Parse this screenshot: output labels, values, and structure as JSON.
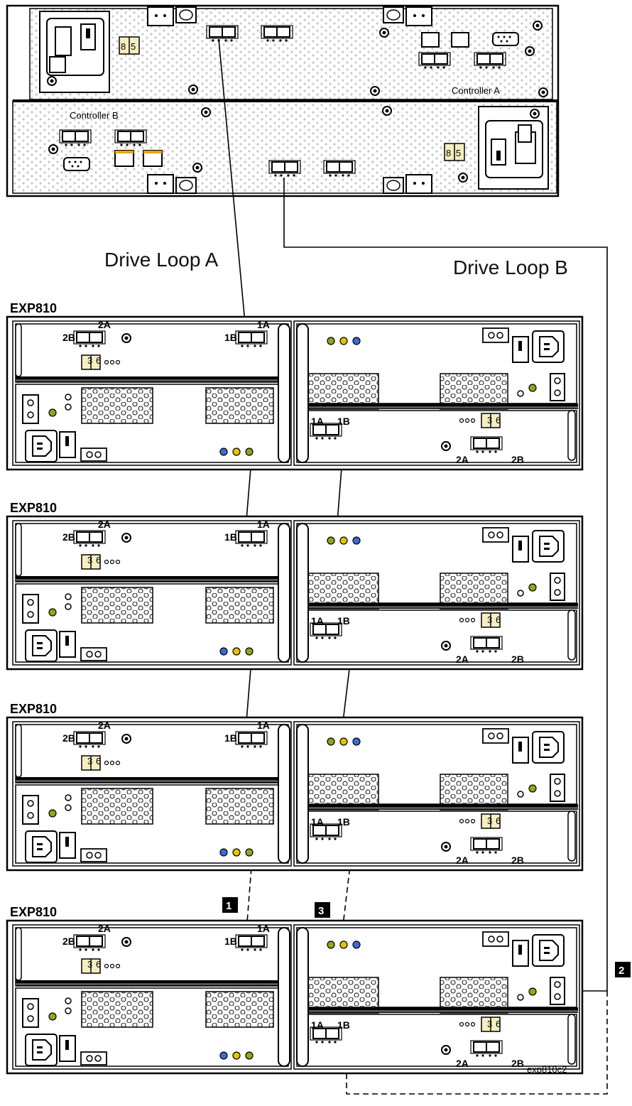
{
  "labels": {
    "controller_a": "Controller A",
    "controller_b": "Controller B",
    "drive_loop_a": "Drive Loop A",
    "drive_loop_b": "Drive Loop B",
    "figure_id": "exp810c2"
  },
  "controller_a_dip": [
    "8",
    "5"
  ],
  "controller_b_dip": [
    "8",
    "5"
  ],
  "enclosures": [
    {
      "name": "EXP810"
    },
    {
      "name": "EXP810"
    },
    {
      "name": "EXP810"
    },
    {
      "name": "EXP810"
    }
  ],
  "ports": {
    "esm_a_left": "2B",
    "esm_a_left_top": "2A",
    "esm_a_right": "1B",
    "esm_a_right_top": "1A",
    "esm_b_left": "1A",
    "esm_b_right": "1B",
    "esm_b_bottom_left": "2A",
    "esm_b_bottom_right": "2B"
  },
  "esm_dip": [
    "3",
    "6"
  ],
  "callouts": [
    "1",
    "2",
    "3"
  ],
  "colors": {
    "led_yellow": "#e3c400",
    "led_green": "#8ca81c",
    "led_blue": "#3d6ad6",
    "dip_fill": "#f6eec0",
    "amber": "#e9a500"
  }
}
